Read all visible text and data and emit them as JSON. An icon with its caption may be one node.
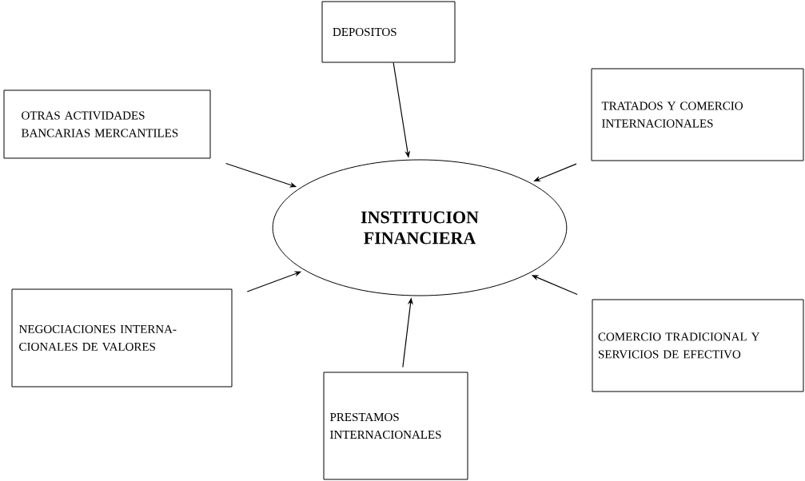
{
  "diagram": {
    "nodes": [
      {
        "text": [
          "DEPOSITOS"
        ]
      },
      {
        "text": [
          "OTRAS ACTIVIDADES BANCARIAS MERCANTILES"
        ]
      },
      {
        "text": [
          "TRATADOS Y COMERCIO INTERNACIONALES"
        ]
      },
      {
        "text": [
          "INSTITUCION FINANCIERA"
        ]
      },
      {
        "text": [
          "NEGOCIACIONES INTERNA- CIONALES DE VALORES"
        ]
      },
      {
        "text": [
          "COMERCIO TRADICIONAL Y SERVICIOS DE EFECTIVO"
        ]
      },
      {
        "text": [
          "PRESTAMOS INTERNACIONALES"
        ]
      }
    ],
    "edges": [
      {
        "from": 0,
        "to": 3,
        "arrow": "to"
      },
      {
        "from": 1,
        "to": 3,
        "arrow": "to"
      },
      {
        "from": 2,
        "to": 3,
        "arrow": "to"
      },
      {
        "from": 4,
        "to": 3,
        "arrow": "to"
      },
      {
        "from": 6,
        "to": 3,
        "arrow": "to"
      },
      {
        "from": 5,
        "to": 3,
        "arrow": "to"
      }
    ]
  }
}
